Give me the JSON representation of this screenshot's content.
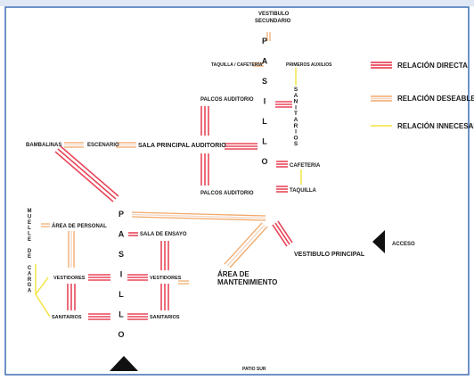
{
  "colors": {
    "frame": "#3d6fb6",
    "directa": "#e8475a",
    "deseable_outer": "#f0a868",
    "deseable_inner": "#f2d6c4",
    "innecesaria": "#f2e33a",
    "marker": "#111111"
  },
  "legend": {
    "directa": "RELACIÓN DIRECTA",
    "deseable": "RELACIÓN DESEABLE",
    "innecesaria": "RELACIÓN INNECESARIA"
  },
  "labels": {
    "vestibulo_secundario_1": "VESTIBULO",
    "vestibulo_secundario_2": "SECUNDARIO",
    "taquilla_cafeteria": "TAQUILLA / CAFETERÍA",
    "primeros_auxilios": "PRIMEROS AUXILIOS",
    "palcos_top": "PALCOS AUDITORIO",
    "palcos_bottom": "PALCOS AUDITORIO",
    "bambalinas": "BAMBALINAS",
    "escenario": "ESCENARIO",
    "sala_principal": "SALA PRINCIPAL AUDITORIO",
    "cafeteria": "CAFETERIA",
    "taquilla": "TAQUILLA",
    "area_personal": "ÁREA DE PERSONAL",
    "sala_ensayo": "SALA DE ENSAYO",
    "vestidores_left": "VESTIDORES",
    "vestidores_right": "VESTIDORES",
    "sanitarios_left": "SANITARIOS",
    "sanitarios_right": "SANITARIOS",
    "area_mant_1": "ÁREA DE",
    "area_mant_2": "MANTENIMIENTO",
    "vestibulo_principal": "VESTIBULO PRINCIPAL",
    "acceso": "ACCESO",
    "patio_sur": "PATIO SUR"
  },
  "vertical_words": {
    "pasillo_top": [
      "P",
      "A",
      "S",
      "I",
      "L",
      "L",
      "O"
    ],
    "sanitarios_top": [
      "S",
      "A",
      "N",
      "I",
      "T",
      "A",
      "R",
      "I",
      "O",
      "S"
    ],
    "pasillo_main": [
      "P",
      "A",
      "S",
      "I",
      "L",
      "L",
      "O"
    ],
    "muelle_de_carga": [
      "M",
      "U",
      "E",
      "L",
      "L",
      "E",
      "",
      "D",
      "E",
      "",
      "C",
      "A",
      "R",
      "G",
      "A"
    ]
  }
}
